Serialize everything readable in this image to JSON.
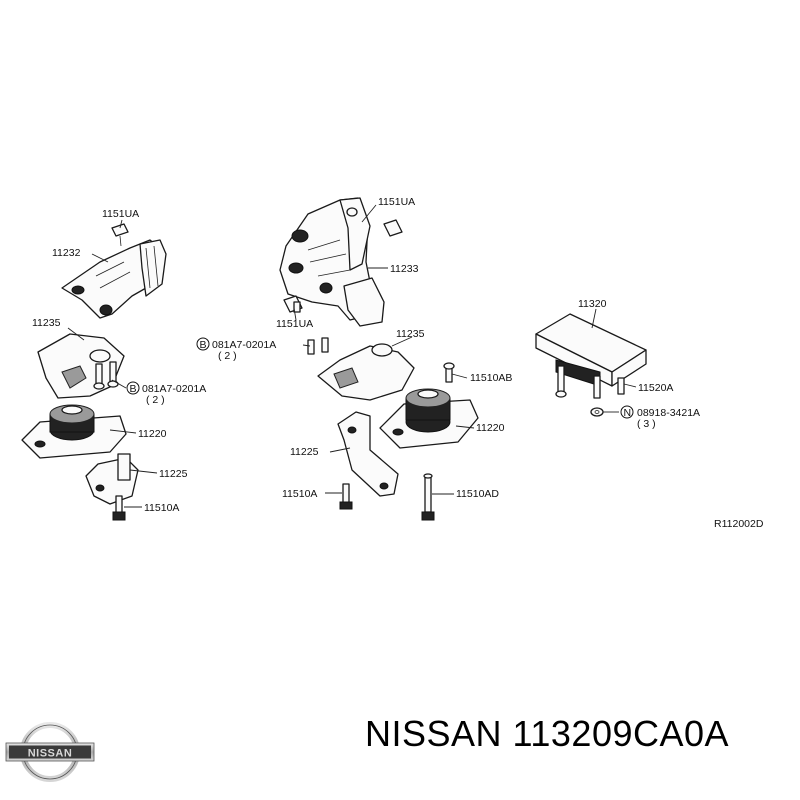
{
  "diagram": {
    "labels": {
      "top_left_bolt": "1151UA",
      "left_bracket": "11232",
      "left_insulator_plate": "11235",
      "left_bolt_code": "081A7-0201A",
      "left_bolt_qty": "( 2 )",
      "left_mount": "11220",
      "left_lower_bracket": "11225",
      "left_stud": "11510A",
      "center_top_bolt": "1151UA",
      "center_bracket": "11233",
      "center_side_bolt": "1151UA",
      "center_bolt_code": "081A7-0201A",
      "center_bolt_qty": "( 2 )",
      "center_insulator_plate": "11235",
      "center_stud_top": "11510AB",
      "center_mount": "11220",
      "center_lower_bracket": "11225",
      "center_lower_bolt": "11510A",
      "center_long_bolt": "11510AD",
      "right_member": "11320",
      "right_stud": "11520A",
      "right_nut_code": "08918-3421A",
      "right_nut_qty": "( 3 )",
      "reference": "R112002D"
    },
    "markers": {
      "b": "B",
      "n": "N"
    }
  },
  "footer": {
    "logo_text": "NISSAN",
    "title": "NISSAN 113209CA0A"
  },
  "colors": {
    "ink": "#111111",
    "logo_silver": "#b8b8b8",
    "logo_dark": "#3a3a3a"
  }
}
